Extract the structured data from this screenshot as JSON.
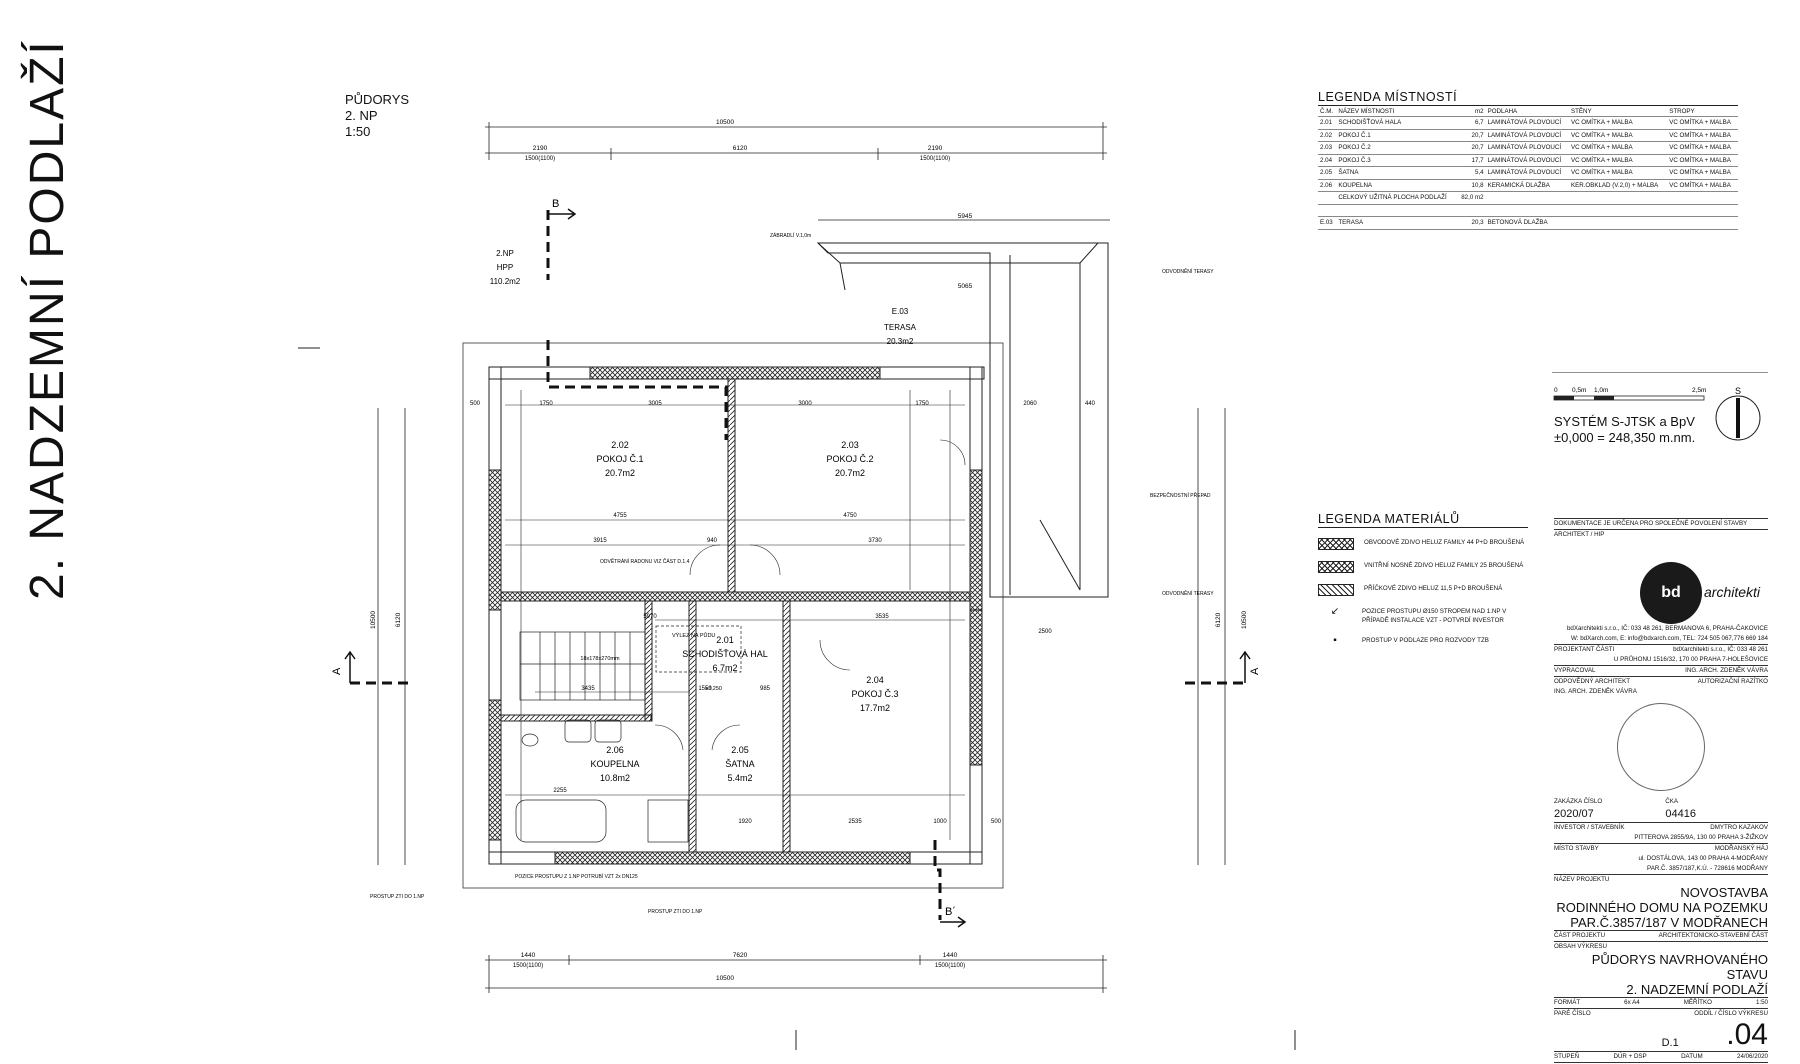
{
  "sheet_title": "2. NADZEMNÍ PODLAŽÍ",
  "plan_header": {
    "line1": "PŮDORYS",
    "line2": "2. NP",
    "line3": "1:50"
  },
  "hpp": {
    "l1": "2.NP",
    "l2": "HPP",
    "l3": "110.2m2"
  },
  "rooms": [
    {
      "code": "2.02",
      "name": "POKOJ Č.1",
      "area": "20.7m2"
    },
    {
      "code": "2.03",
      "name": "POKOJ Č.2",
      "area": "20.7m2"
    },
    {
      "code": "2.01",
      "name": "SCHODIŠŤOVÁ HAL",
      "area": "6.7m2"
    },
    {
      "code": "2.04",
      "name": "POKOJ Č.3",
      "area": "17.7m2"
    },
    {
      "code": "2.06",
      "name": "KOUPELNA",
      "area": "10.8m2"
    },
    {
      "code": "2.05",
      "name": "ŠATNA",
      "area": "5.4m2"
    },
    {
      "code": "E.03",
      "name": "TERASA",
      "area": "20.3m2"
    }
  ],
  "dimensions": {
    "top_total": "10500",
    "top_left": "2190",
    "top_mid": "6120",
    "top_right": "2190",
    "top_win_l": "1500(1100)",
    "top_win_r": "1500(1100)",
    "terrace_w": "5945",
    "terrace_inner": "5065",
    "bottom_total": "10500",
    "bottom_left": "1440",
    "bottom_mid": "7620",
    "bottom_right": "1440",
    "bottom_win_l": "1500(1100)",
    "bottom_win_r": "1500(1100)",
    "side_total": "10500",
    "side_mid": "6120",
    "row1": [
      "500",
      "1750",
      "3005",
      "3000",
      "1750",
      "2060",
      "440"
    ],
    "r4755": "4755",
    "r4750": "4750",
    "r3915": "3915",
    "r940": "940",
    "r3730": "3730",
    "r5970": "5970",
    "r3535": "3535",
    "r2500": "2500",
    "r3435": "3435",
    "r1550": "1550",
    "r985": "985",
    "r2255": "2255",
    "r1920": "1920",
    "r2535": "2535",
    "r1000": "1000",
    "r500": "500"
  },
  "annotations": {
    "zabradli": "ZÁBRADLÍ V.1,0m",
    "odvodneni1": "ODVODNĚNÍ TERASY",
    "odvodneni2": "ODVODNĚNÍ TERASY",
    "bezpecnostni": "BEZPEČNOSTNÍ PŘEPAD",
    "vylez": "VÝLEZ NA PŮDU",
    "odvetrani": "ODVĚTRÁNÍ RADONU VIZ ČÁST D.1.4",
    "stairs": "18x178x270mm",
    "level": "+3,250",
    "prostup1": "PROSTUP ZTI DO 1.NP",
    "prostup2": "PROSTUP ZTI DO 1.NP",
    "pozice": "POZICE PROSTUPU Z 1.NP POTRUBÍ VZT 2x DN125",
    "sec_b": "B",
    "sec_b2": "B´",
    "sec_a": "A"
  },
  "legend_rooms": {
    "title": "LEGENDA MÍSTNOSTÍ",
    "headers": [
      "Č.M.",
      "NÁZEV MÍSTNOSTI",
      "m2",
      "PODLAHA",
      "STĚNY",
      "STROPY"
    ],
    "rows": [
      [
        "2.01",
        "SCHODIŠŤOVÁ HALA",
        "6,7",
        "LAMINÁTOVÁ PLOVOUCÍ",
        "VC OMÍTKA + MALBA",
        "VC OMÍTKA + MALBA"
      ],
      [
        "2.02",
        "POKOJ Č.1",
        "20,7",
        "LAMINÁTOVÁ PLOVOUCÍ",
        "VC OMÍTKA + MALBA",
        "VC OMÍTKA + MALBA"
      ],
      [
        "2.03",
        "POKOJ Č.2",
        "20,7",
        "LAMINÁTOVÁ PLOVOUCÍ",
        "VC OMÍTKA + MALBA",
        "VC OMÍTKA + MALBA"
      ],
      [
        "2.04",
        "POKOJ Č.3",
        "17,7",
        "LAMINÁTOVÁ PLOVOUCÍ",
        "VC OMÍTKA + MALBA",
        "VC OMÍTKA + MALBA"
      ],
      [
        "2.05",
        "ŠATNA",
        "5,4",
        "LAMINÁTOVÁ PLOVOUCÍ",
        "VC OMÍTKA + MALBA",
        "VC OMÍTKA + MALBA"
      ],
      [
        "2.06",
        "KOUPELNA",
        "10,8",
        "KERAMICKÁ DLAŽBA",
        "KER.OBKLAD (V.2,0) + MALBA",
        "VC OMÍTKA + MALBA"
      ],
      [
        "",
        "CELKOVÝ UŽITNÁ PLOCHA PODLAŽÍ",
        "82,0 m2",
        "",
        "",
        ""
      ],
      [
        "",
        "",
        "",
        "",
        "",
        ""
      ],
      [
        "E.03",
        "TERASA",
        "20,3",
        "BETONOVÁ DLAŽBA",
        "",
        ""
      ]
    ]
  },
  "legend_materials": {
    "title": "LEGENDA MATERIÁLŮ",
    "items": [
      {
        "kind": "cross",
        "text": "OBVODOVÉ ZDIVO HELUZ FAMILY 44 P+D BROUŠENÁ"
      },
      {
        "kind": "cross",
        "text": "VNITŘNÍ NOSNÉ ZDIVO HELUZ FAMILY 25 BROUŠENÁ"
      },
      {
        "kind": "hatch",
        "text": "PŘÍČKOVÉ ZDIVO HELUZ 11,5 P+D BROUŠENÁ"
      },
      {
        "kind": "sym",
        "text": "POZICE PROSTUPU Ø150 STROPEM NAD 1.NP V PŘÍPADĚ INSTALACE VZT - POTVRDÍ INVESTOR"
      },
      {
        "kind": "sq",
        "text": "PROSTUP V PODLAZE PRO ROZVODY TZB"
      }
    ]
  },
  "scale": {
    "ticks": [
      "0",
      "0,5m",
      "1,0m",
      "2,5m"
    ],
    "system": "SYSTÉM S-JTSK a BpV",
    "datum": "±0,000 = 248,350 m.nm.",
    "north": "S"
  },
  "title_block": {
    "doc_note": "DOKUMENTACE JE URČENA PRO SPOLEČNÉ POVOLENÍ STAVBY",
    "architect_label": "ARCHITEKT / HIP",
    "logo": "bd",
    "logo_text": "architekti",
    "company": "bdXarchitekti s.r.o., IČ: 033 48 261, BERMANOVA 6, PRAHA-ČAKOVICE",
    "contact": "W: bdXarch.com, E: info@bdxarch.com, TEL: 724 505 067,776 669 184",
    "proj_part_label": "PROJEKTANT ČÁSTI",
    "proj_part": "bdXarchitekti s.r.o., IČ: 033 48 261",
    "proj_addr": "U PRŮHONU 1516/32, 170 00 PRAHA 7-HOLEŠOVICE",
    "vypracoval_label": "VYPRACOVAL",
    "vypracoval": "ING. ARCH. ZDENĚK VÁVRA",
    "odp_label": "ODPOVĚDNÝ ARCHITEKT",
    "aut_label": "AUTORIZAČNÍ RAZÍTKO",
    "odp": "ING. ARCH. ZDENĚK VÁVRA",
    "zakazka_label": "ZAKÁZKA ČÍSLO",
    "cka_label": "ČKA",
    "zakazka": "2020/07",
    "cka": "04416",
    "investor_label": "INVESTOR / STAVEBNÍK",
    "investor": "DMYTRO KAZAKOV",
    "investor_addr": "PITTEROVA 2855/9A, 130 00 PRAHA 3-ŽIŽKOV",
    "misto_label": "MÍSTO STAVBY",
    "misto": "MODŘANSKÝ HÁJ",
    "misto_addr": "ul. DOSTÁLOVA, 143 00 PRAHA 4-MODŘANY",
    "misto_par": "PAR.Č. 3857/187,K.Ú. - 728616 MODŘANY",
    "nazev_label": "NÁZEV PROJEKTU",
    "nazev1": "NOVOSTAVBA",
    "nazev2": "RODINNÉHO DOMU NA POZEMKU",
    "nazev3": "PAR.Č.3857/187 V MODŘANECH",
    "cast_label": "ČÁST PROJEKTU",
    "cast": "ARCHITEKTONICKO-STAVEBNÍ ČÁST",
    "obsah_label": "OBSAH VÝKRESU",
    "obsah1": "PŮDORYS NAVRHOVANÉHO STAVU",
    "obsah2": "2. NADZEMNÍ PODLAŽÍ",
    "format_label": "FORMÁT",
    "format": "6x A4",
    "meritko_label": "MĚŘÍTKO",
    "meritko": "1:50",
    "pare_label": "PARÉ ČÍSLO",
    "oddil_label": "ODDÍL / ČÍSLO VÝKRESU",
    "oddil": "D.1",
    "cislo": ".04",
    "stupen_label": "STUPEŇ",
    "stupen": "DÚR + DSP",
    "datum_label": "DATUM",
    "datum": "24/06/2020"
  }
}
